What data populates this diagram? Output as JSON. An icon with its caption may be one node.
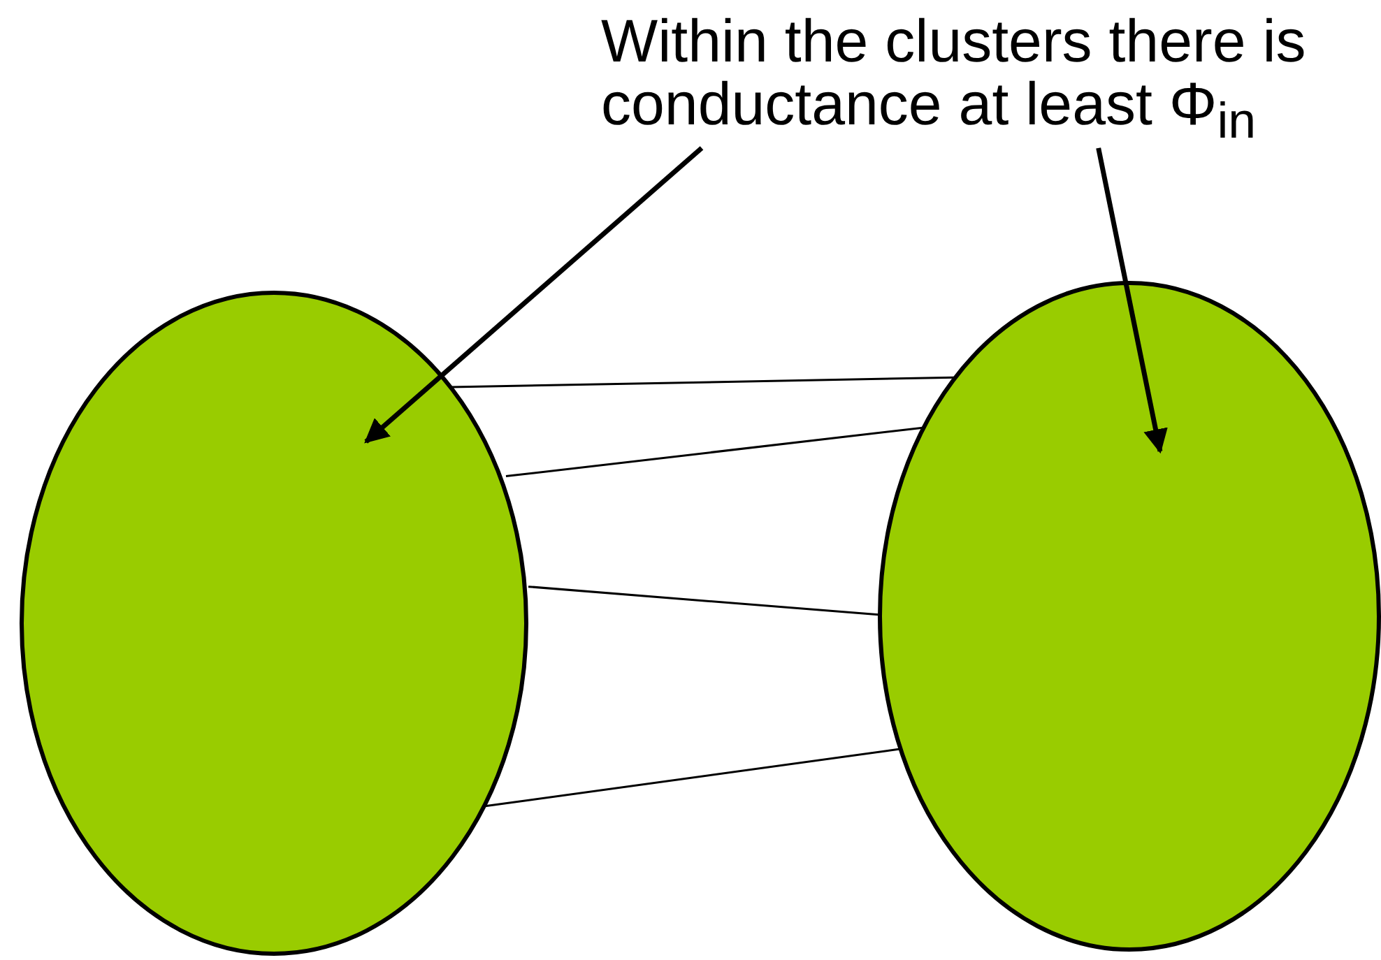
{
  "diagram": {
    "nodes": [
      {
        "text": [
          "Within the clusters there is conductance at least Φ$_{in}$"
        ]
      },
      {
        "text": [],
        "shape": "ellipse"
      },
      {
        "text": [],
        "shape": "ellipse"
      }
    ],
    "edges": [
      {
        "from": 0,
        "to": 1,
        "arrow": "to",
        "style": "thick"
      },
      {
        "from": 0,
        "to": 2,
        "arrow": "to",
        "style": "thick"
      },
      {
        "from": 1,
        "to": 2,
        "arrow": "none"
      },
      {
        "from": 1,
        "to": 2,
        "arrow": "none"
      },
      {
        "from": 1,
        "to": 2,
        "arrow": "none"
      },
      {
        "from": 1,
        "to": 2,
        "arrow": "none"
      }
    ]
  }
}
